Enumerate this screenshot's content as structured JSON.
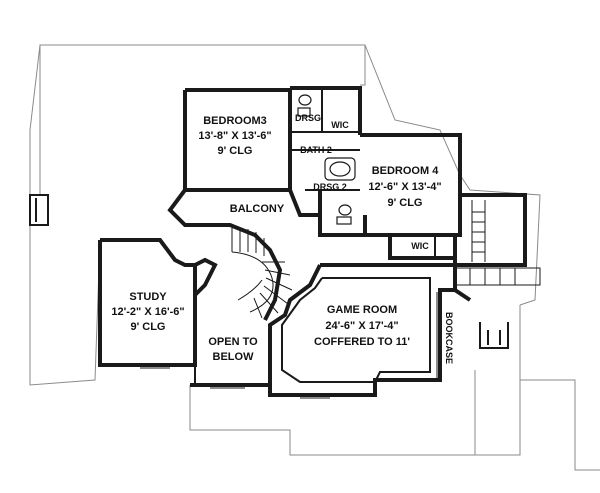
{
  "rooms": {
    "bedroom3": {
      "name": "BEDROOM3",
      "size": "13'-8\" X 13'-6\"",
      "clg": "9' CLG"
    },
    "bedroom4": {
      "name": "BEDROOM 4",
      "size": "12'-6\" X 13'-4\"",
      "clg": "9' CLG"
    },
    "study": {
      "name": "STUDY",
      "size": "12'-2\" X 16'-6\"",
      "clg": "9' CLG"
    },
    "game_room": {
      "name": "GAME ROOM",
      "size": "24'-6\" X 17'-4\"",
      "clg": "COFFERED TO 11'"
    },
    "open_to_below": {
      "line1": "OPEN TO",
      "line2": "BELOW"
    },
    "balcony": "BALCONY",
    "bath2": "BATH 2",
    "drsg_top": "DRSG",
    "drsg2": "DRSG 2",
    "wic_top": "WIC",
    "wic_bottom": "WIC",
    "bookcase": "BOOKCASE"
  }
}
